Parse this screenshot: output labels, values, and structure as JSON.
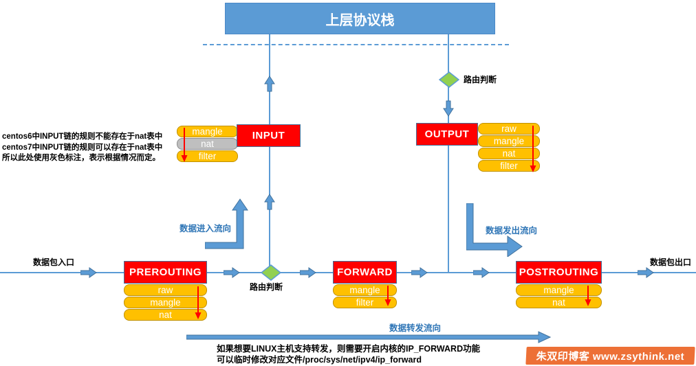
{
  "top": {
    "title": "上层协议栈"
  },
  "routing": {
    "top_label": "路由判断",
    "mid_label": "路由判断"
  },
  "chains": {
    "input": {
      "label": "INPUT",
      "tables": [
        {
          "label": "mangle"
        },
        {
          "label": "nat"
        },
        {
          "label": "filter"
        }
      ]
    },
    "output": {
      "label": "OUTPUT",
      "tables": [
        {
          "label": "raw"
        },
        {
          "label": "mangle"
        },
        {
          "label": "nat"
        },
        {
          "label": "filter"
        }
      ]
    },
    "prerouting": {
      "label": "PREROUTING",
      "tables": [
        {
          "label": "raw"
        },
        {
          "label": "mangle"
        },
        {
          "label": "nat"
        }
      ]
    },
    "forward": {
      "label": "FORWARD",
      "tables": [
        {
          "label": "mangle"
        },
        {
          "label": "filter"
        }
      ]
    },
    "postrouting": {
      "label": "POSTROUTING",
      "tables": [
        {
          "label": "mangle"
        },
        {
          "label": "nat"
        }
      ]
    }
  },
  "flows": {
    "incoming": "数据进入流向",
    "outgoing": "数据发出流向",
    "forwarding": "数据转发流向"
  },
  "endpoints": {
    "entry": "数据包入口",
    "exit": "数据包出口"
  },
  "notes": {
    "nat_note": [
      "centos6中INPUT链的规则不能存在于nat表中",
      "centos7中INPUT链的规则可以存在于nat表中",
      "所以此处使用灰色标注，表示根据情况而定。"
    ],
    "forward_note": [
      "如果想要LINUX主机支持转发，则需要开启内核的IP_FORWARD功能",
      "可以临时修改对应文件/proc/sys/net/ipv4/ip_forward"
    ]
  },
  "watermark": {
    "text": "朱双印博客 www.zsythink.net"
  },
  "colors": {
    "line_blue": "#5B9BD5",
    "arrow_border": "#41719C",
    "chain_red": "#FF0000",
    "table_orange": "#FFC000",
    "table_gray": "#BFBFBF",
    "diamond_green": "#92D050",
    "flow_text_blue": "#2E75B6",
    "watermark_orange": "#ED7036"
  }
}
